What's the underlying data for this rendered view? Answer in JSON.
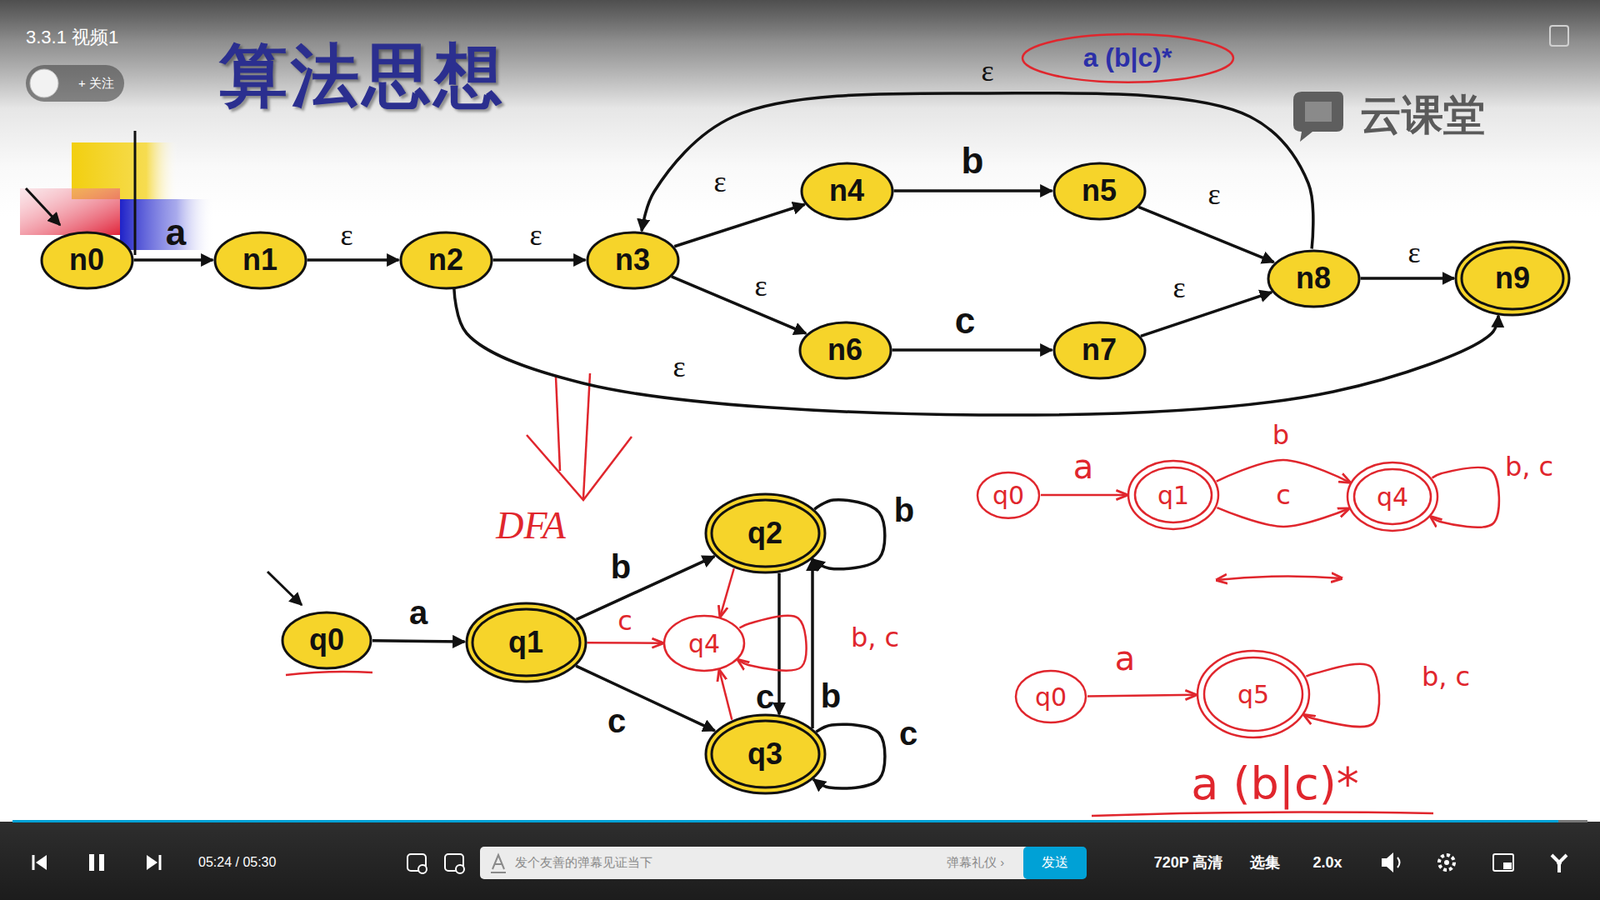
{
  "diagram": {
    "title": "算法思想",
    "nodes": [
      {
        "text": [
          "+ 关注"
        ]
      },
      {
        "text": [
          "a (b|c)*"
        ]
      },
      {
        "text": [
          "n0"
        ]
      },
      {
        "text": [
          "n1"
        ]
      },
      {
        "text": [
          "n2"
        ]
      },
      {
        "text": [
          "n3"
        ]
      },
      {
        "text": [
          "n4"
        ]
      },
      {
        "text": [
          "n5"
        ]
      },
      {
        "text": [
          "n6"
        ]
      },
      {
        "text": [
          "n7"
        ]
      },
      {
        "text": [
          "n8"
        ]
      },
      {
        "text": [
          "n9"
        ]
      },
      {
        "text": [
          "q0"
        ]
      },
      {
        "text": [
          "q1"
        ]
      },
      {
        "text": [
          "q2"
        ]
      },
      {
        "text": [
          "q4"
        ]
      },
      {
        "text": [
          "q3"
        ]
      },
      {
        "text": [
          "q0"
        ]
      },
      {
        "text": [
          "q1"
        ]
      },
      {
        "text": [
          "q4"
        ]
      },
      {
        "text": [
          "q0"
        ]
      },
      {
        "text": [
          "q5"
        ]
      },
      {
        "text": [
          "发送"
        ]
      }
    ],
    "edges": [
      {
        "from": 2,
        "to": 3,
        "label": "a",
        "arrow": "to"
      },
      {
        "from": 3,
        "to": 4,
        "label": "ε",
        "arrow": "to"
      },
      {
        "from": 4,
        "to": 5,
        "label": "ε",
        "arrow": "to"
      },
      {
        "from": 5,
        "to": 6,
        "label": "ε",
        "arrow": "to"
      },
      {
        "from": 6,
        "to": 7,
        "label": "b",
        "arrow": "to"
      },
      {
        "from": 7,
        "to": 10,
        "label": "ε",
        "arrow": "to"
      },
      {
        "from": 5,
        "to": 8,
        "label": "ε",
        "arrow": "to"
      },
      {
        "from": 8,
        "to": 9,
        "label": "c",
        "arrow": "to"
      },
      {
        "from": 9,
        "to": 10,
        "label": "ε",
        "arrow": "to"
      },
      {
        "from": 10,
        "to": 11,
        "label": "ε",
        "arrow": "to"
      },
      {
        "from": 10,
        "to": 5,
        "label": "ε",
        "arrow": "to"
      },
      {
        "from": 4,
        "to": 11,
        "label": "ε",
        "arrow": "to"
      },
      {
        "from": 12,
        "to": 13,
        "label": "a",
        "arrow": "to"
      },
      {
        "from": 13,
        "to": 14,
        "label": "b",
        "arrow": "to"
      },
      {
        "from": 13,
        "to": 16,
        "label": "c",
        "arrow": "to"
      },
      {
        "from": 14,
        "to": 14,
        "label": "b",
        "arrow": "to"
      },
      {
        "from": 16,
        "to": 16,
        "label": "c",
        "arrow": "to"
      },
      {
        "from": 14,
        "to": 16,
        "label": "c",
        "arrow": "to"
      },
      {
        "from": 16,
        "to": 14,
        "label": "b",
        "arrow": "to"
      },
      {
        "from": 13,
        "to": 15,
        "label": "c",
        "arrow": "to"
      },
      {
        "from": 14,
        "to": 15,
        "arrow": "to"
      },
      {
        "from": 16,
        "to": 15,
        "arrow": "to"
      },
      {
        "from": 15,
        "to": 15,
        "label": "b, c",
        "arrow": "to"
      },
      {
        "from": 17,
        "to": 18,
        "label": "a",
        "arrow": "to"
      },
      {
        "from": 18,
        "to": 19,
        "label": "b",
        "arrow": "to"
      },
      {
        "from": 18,
        "to": 19,
        "label": "c",
        "arrow": "to"
      },
      {
        "from": 19,
        "to": 19,
        "label": "b, c",
        "arrow": "to"
      },
      {
        "from": 20,
        "to": 21,
        "label": "a",
        "arrow": "to"
      },
      {
        "from": 21,
        "to": 21,
        "label": "b, c",
        "arrow": "to"
      }
    ],
    "labels": [
      "3.3.1 视频1",
      "云课堂",
      "DFA",
      "a (b|c)*",
      "05:24 / 05:30",
      "发个友善的弹幕见证当下",
      "弹幕礼仪 ›",
      "720P 高清",
      "选集",
      "2.0x"
    ]
  }
}
